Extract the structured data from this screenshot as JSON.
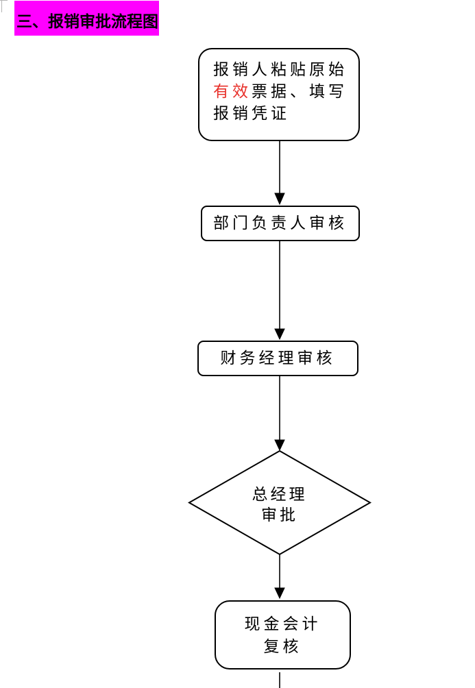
{
  "colors": {
    "highlight": "#ff00ff",
    "red_text": "#e8302a",
    "stroke": "#000000"
  },
  "title": {
    "text": "三、报销审批流程图"
  },
  "flowchart": {
    "node_start": {
      "line1": "报销人粘贴原始",
      "line2_red": "有效",
      "line2_rest": "票据、填写",
      "line3": "报销凭证"
    },
    "node_dept_review": {
      "label": "部门负责人审核"
    },
    "node_finance_review": {
      "label": "财务经理审核"
    },
    "node_gm_approval": {
      "line1": "总经理",
      "line2": "审批"
    },
    "node_cashier_recheck": {
      "line1": "现金会计",
      "line2": "复核"
    }
  }
}
